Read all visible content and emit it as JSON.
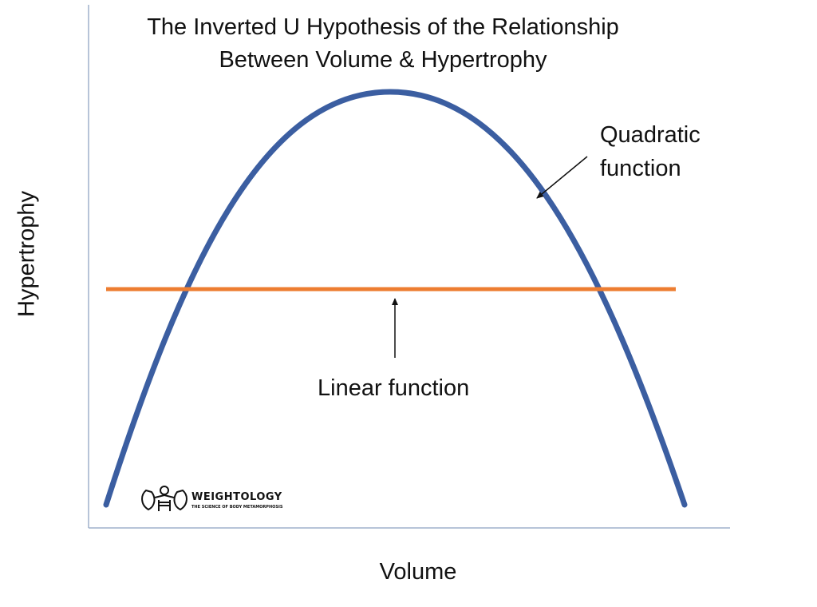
{
  "title_line1": "The Inverted U Hypothesis of the Relationship",
  "title_line2": "Between Volume & Hypertrophy",
  "axes": {
    "xlabel": "Volume",
    "ylabel": "Hypertrophy"
  },
  "annotations": {
    "quadratic_line1": "Quadratic",
    "quadratic_line2": "function",
    "linear": "Linear function"
  },
  "logo": {
    "word": "WEIGHTOLOGY",
    "tagline": "THE SCIENCE OF BODY METAMORPHOSIS"
  },
  "colors": {
    "quadratic": "#3b5ea1",
    "linear": "#ed7d31",
    "axis": "#9fb1cc",
    "text": "#111111"
  }
}
